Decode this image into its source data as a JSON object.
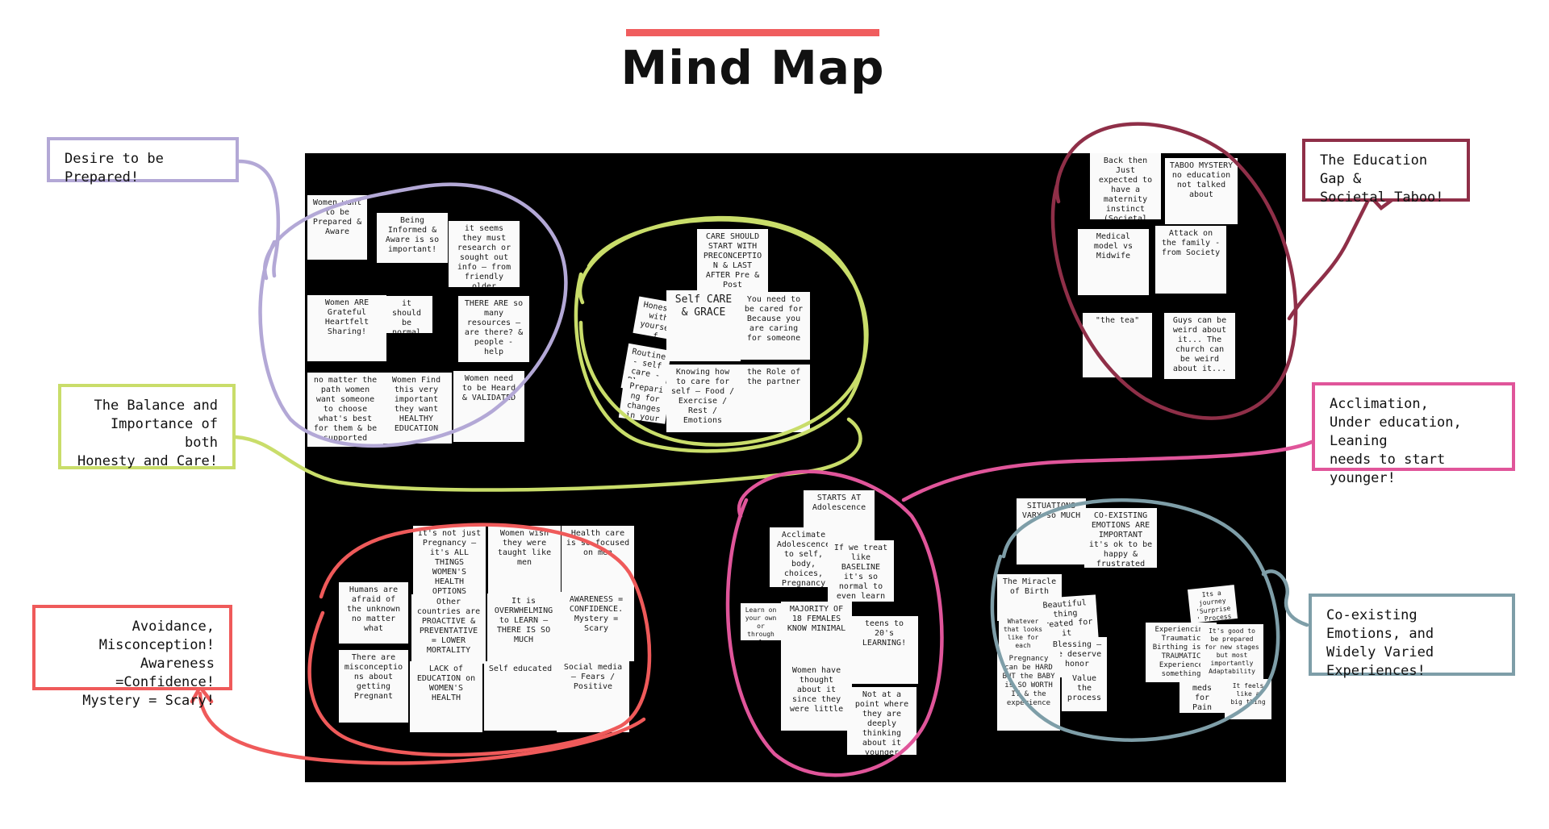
{
  "title": "Mind Map",
  "colors": {
    "title_bar": "#f05d5e",
    "prepared": "#b3a8d6",
    "balance": "#c9dd6a",
    "education_gap": "#8f2f48",
    "acclimation": "#e0559a",
    "avoidance": "#ef5a5a",
    "coexisting": "#7e9ea8"
  },
  "labels": {
    "prepared": "Desire to be Prepared!",
    "balance": "The Balance and\nImportance of both\nHonesty and Care!",
    "education_gap": "The Education Gap &\nSocietal Taboo!",
    "acclimation": "Acclimation,\nUnder education, Leaning\nneeds to start younger!",
    "avoidance": "Avoidance, Misconception!\nAwareness =Confidence!\nMystery = Scary!",
    "coexisting": "Co-existing Emotions, and\nWidely Varied Experiences!"
  },
  "notes": {
    "g1": [
      "Women want to be Prepared & Aware",
      "Being Informed & Aware is so important!",
      "it seems they must research or sought out info — from friendly older sources",
      "Women ARE Grateful Heartfelt Sharing!",
      "it should be normal",
      "THERE ARE so many resources — are there? & people - help",
      "no matter the path women want someone to choose what's best for them & be supported",
      "Women Find this very important they want HEALTHY EDUCATION",
      "Women need to be Heard & VALIDATED"
    ],
    "g2": [
      "CARE SHOULD START WITH PRECONCEPTION & LAST AFTER Pre & Post",
      "Honesty with yourself",
      "Self CARE & GRACE",
      "You need to be cared for Because you are caring for someone",
      "Routine - self care - Planners",
      "Preparing for changes in your Life style",
      "Knowing how to care for self — Food / Exercise / Rest / Emotions",
      "the Role of the partner"
    ],
    "g3": [
      "Back then Just expected to have a maternity instinct (Societal expectation)",
      "TABOO MYSTERY no education not talked about",
      "Medical model vs Midwife",
      "Attack on the family - from Society",
      "\"the tea\"",
      "Guys can be weird about it... The church can be weird about it..."
    ],
    "g4": [
      "Humans are afraid of the unknown no matter what",
      "It's not just Pregnancy — it's ALL THINGS WOMEN'S HEALTH OPTIONS",
      "Women wish they were taught like men",
      "Health care is so focused on men",
      "Other countries are PROACTIVE & PREVENTATIVE = LOWER MORTALITY",
      "It is OVERWHELMING to LEARN — THERE IS SO MUCH",
      "AWARENESS = CONFIDENCE. Mystery = Scary",
      "There are misconceptions about getting Pregnant",
      "LACK of EDUCATION on WOMEN'S HEALTH",
      "Self educated",
      "Social media — Fears / Positive"
    ],
    "g5": [
      "STARTS AT Adolescence",
      "Acclimate Adolescence to self, body, choices, Pregnancy",
      "If we treat like BASELINE it's so normal to even learn",
      "Learn on your own or through a class",
      "MAJORITY OF 18 FEMALES KNOW MINIMAL",
      "teens to 20's LEARNING!",
      "Women have thought about it since they were little",
      "Not at a point where they are deeply thinking about it younger"
    ],
    "g6": [
      "SITUATIONS VARY so MUCH",
      "CO-EXISTING EMOTIONS ARE IMPORTANT it's ok to be happy & frustrated",
      "The Miracle of Birth",
      "Beautiful thing created for it",
      "Its a journey 'Surprise' Process",
      "Whatever that looks like for each person",
      "Blessing — we deserve honor",
      "Experiencing Traumatic Birthing is a TRAUMATIC Experience something",
      "It's good to be prepared for new stages but most importantly Adaptability",
      "Pregnancy can be HARD BUT the BABY is SO WORTH IT & the experience",
      "Value the process",
      "meds for Pain",
      "It feels like a big thing"
    ]
  }
}
